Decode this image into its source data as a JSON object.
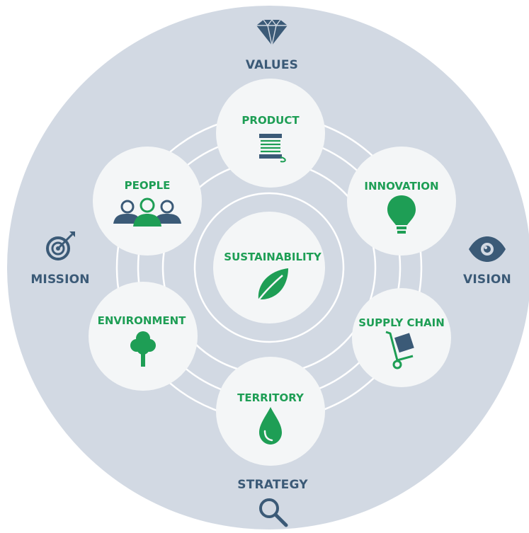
{
  "colors": {
    "background_disc": "#d2d9e3",
    "node_fill": "#f4f6f7",
    "ring_stroke": "#ffffff",
    "accent_green": "#1e9e55",
    "accent_navy": "#3b5a77"
  },
  "center": {
    "label": "SUSTAINABILITY",
    "icon": "leaf-icon"
  },
  "outer": {
    "values": {
      "label": "VALUES",
      "icon": "diamond-icon"
    },
    "mission": {
      "label": "MISSION",
      "icon": "target-icon"
    },
    "vision": {
      "label": "VISION",
      "icon": "eye-icon"
    },
    "strategy": {
      "label": "STRATEGY",
      "icon": "magnifier-icon"
    }
  },
  "nodes": {
    "product": {
      "label": "PRODUCT",
      "icon": "thread-spool-icon"
    },
    "innovation": {
      "label": "INNOVATION",
      "icon": "lightbulb-icon"
    },
    "supply_chain": {
      "label": "SUPPLY CHAIN",
      "icon": "hand-truck-icon"
    },
    "territory": {
      "label": "TERRITORY",
      "icon": "water-drop-icon"
    },
    "environment": {
      "label": "ENVIRONMENT",
      "icon": "tree-icon"
    },
    "people": {
      "label": "PEOPLE",
      "icon": "people-group-icon"
    }
  }
}
